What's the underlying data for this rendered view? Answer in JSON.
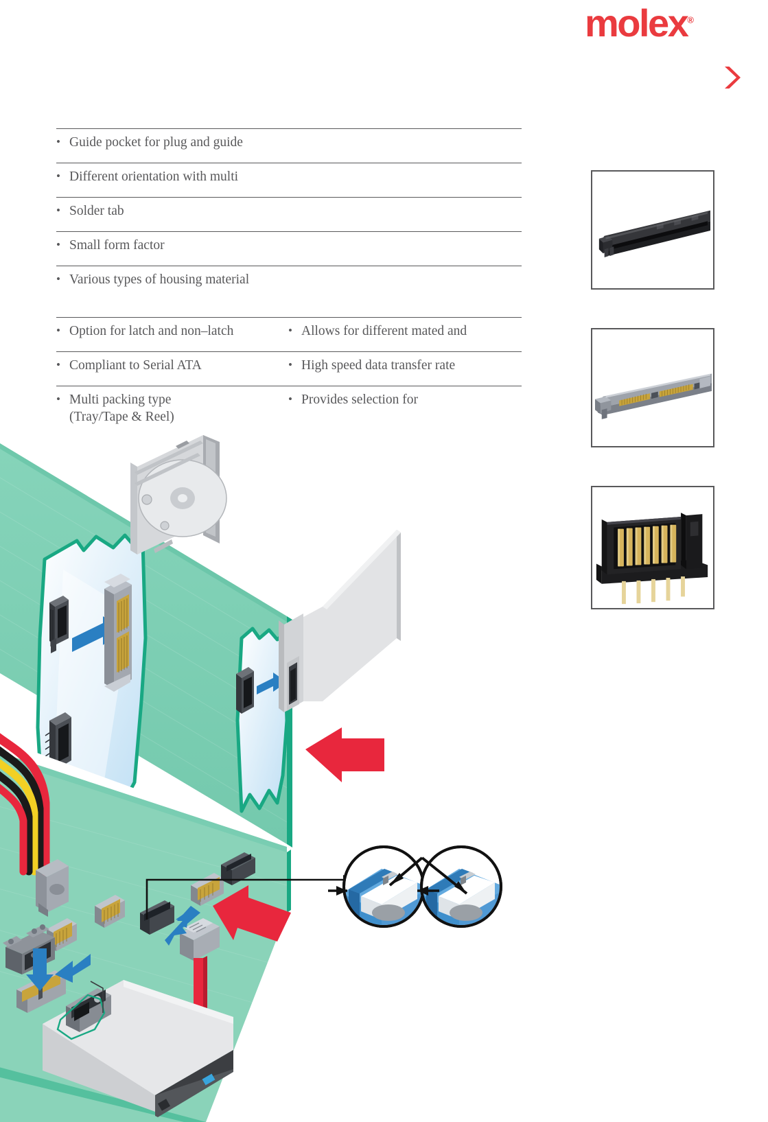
{
  "header": {
    "logo_text": "molex",
    "logo_registered": "®",
    "logo_color": "#ea3b3f",
    "chevron_icon": "chevron-right-icon",
    "chevron_color": "#ea3b3f"
  },
  "features_group_1": [
    {
      "bullet": "•",
      "text": "Guide pocket for plug and guide"
    },
    {
      "bullet": "•",
      "text": "Different orientation with multi"
    },
    {
      "bullet": "•",
      "text": "Solder tab"
    },
    {
      "bullet": "•",
      "text": "Small form factor"
    },
    {
      "bullet": "•",
      "text": "Various types of housing material"
    }
  ],
  "features_group_2": [
    {
      "left_bullet": "•",
      "left_text": "Option for latch and non–latch",
      "left_sub": "",
      "right_bullet": "•",
      "right_text": "Allows for different mated and"
    },
    {
      "left_bullet": "•",
      "left_text": "Compliant to Serial ATA",
      "left_sub": "",
      "right_bullet": "•",
      "right_text": "High speed data transfer rate"
    },
    {
      "left_bullet": "•",
      "left_text": "Multi packing type",
      "left_sub": "(Tray/Tape & Reel)",
      "right_bullet": "•",
      "right_text": "Provides selection for"
    }
  ],
  "product_photos": [
    {
      "name": "black-connector-housing-photo",
      "alt": "Black right-angle connector housing"
    },
    {
      "name": "sata-gold-contact-connector-photo",
      "alt": "SATA connector with gold contacts"
    },
    {
      "name": "black-connector-gold-pins-photo",
      "alt": "Black connector with gold pin header"
    }
  ],
  "illustration": {
    "name": "sata-backplane-assembly-diagram",
    "backplane_color": "#79cdb2",
    "backplane_edge_color": "#19a883",
    "cutout_color": "#d8ecf8",
    "arrow_blue": "#2a7fc2",
    "arrow_red": "#e8273d",
    "callout_blue": "#63aadf",
    "callout_blue_dark": "#3f8fcc",
    "drive_gray": "#d8d8d8",
    "cable_red": "#e8273d",
    "cable_yellow": "#f2d024",
    "cable_black": "#1a1a1a",
    "connector_dark": "#3a3a3a",
    "gold": "#d8b24a"
  }
}
